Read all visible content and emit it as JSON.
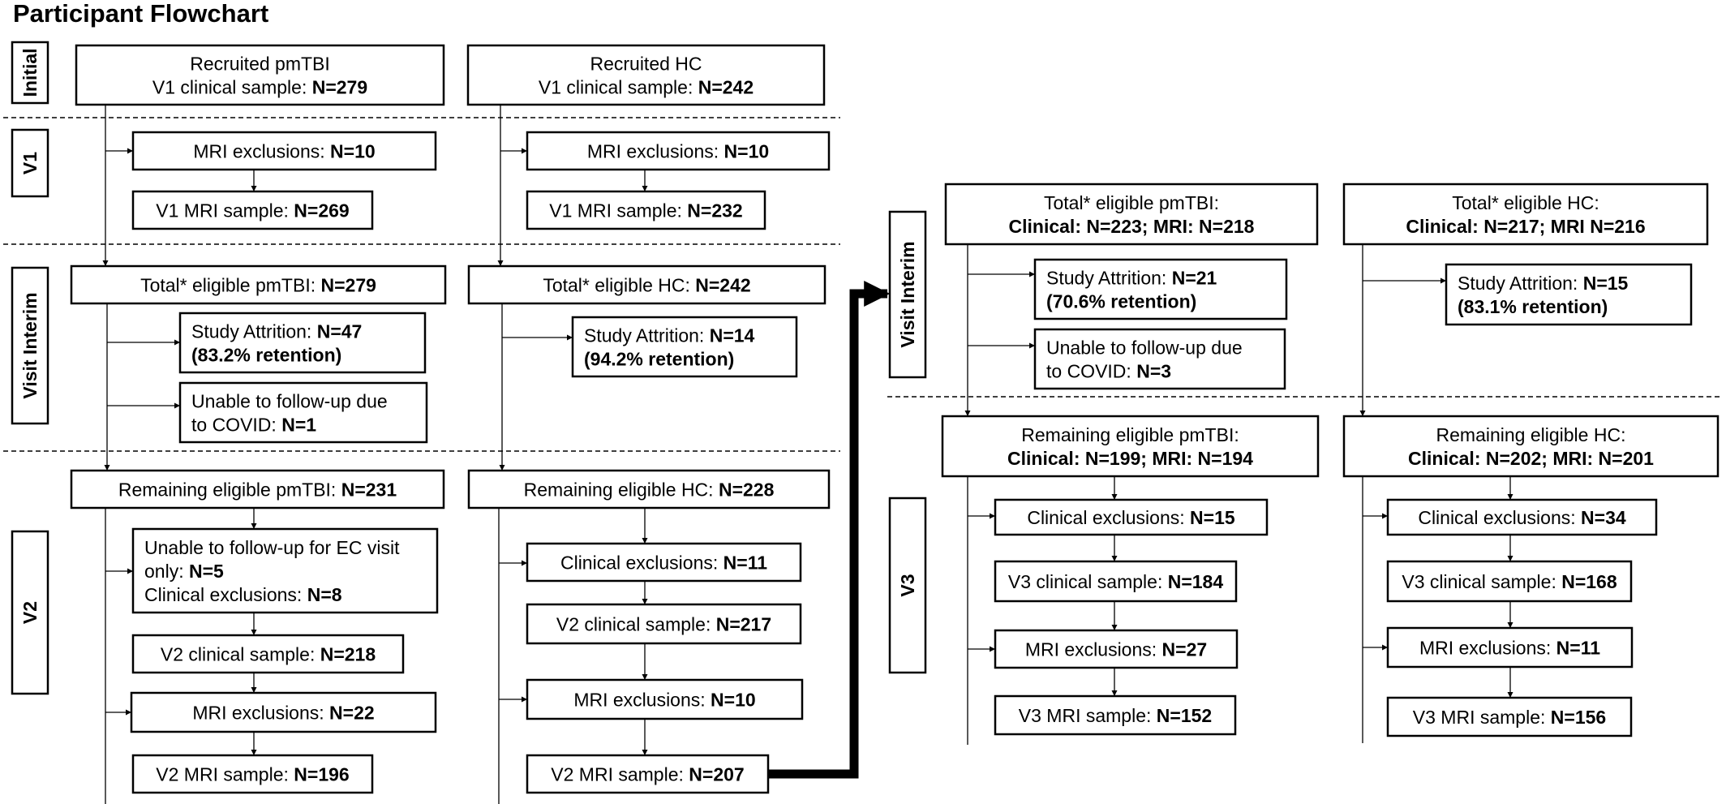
{
  "title": "Participant Flowchart",
  "phases": {
    "initial": "Initial",
    "v1": "V1",
    "visit_interim": "Visit Interim",
    "v2": "V2",
    "visit_interim_right": "Visit Interim",
    "v3": "V3"
  },
  "nodes": {
    "rec_pm": [
      [
        {
          "t": "Recruited pmTBI"
        }
      ],
      [
        {
          "t": "V1 clinical sample: "
        },
        {
          "t": "N=279",
          "b": true
        }
      ]
    ],
    "rec_hc": [
      [
        {
          "t": "Recruited HC"
        }
      ],
      [
        {
          "t": "V1 clinical sample: "
        },
        {
          "t": "N=242",
          "b": true
        }
      ]
    ],
    "v1_mri_ex_pm": [
      [
        {
          "t": "MRI exclusions: "
        },
        {
          "t": "N=10",
          "b": true
        }
      ]
    ],
    "v1_mri_ex_hc": [
      [
        {
          "t": "MRI exclusions: "
        },
        {
          "t": "N=10",
          "b": true
        }
      ]
    ],
    "v1_mri_pm": [
      [
        {
          "t": "V1 MRI sample: "
        },
        {
          "t": "N=269",
          "b": true
        }
      ]
    ],
    "v1_mri_hc": [
      [
        {
          "t": "V1 MRI sample: "
        },
        {
          "t": "N=232",
          "b": true
        }
      ]
    ],
    "tot_pm": [
      [
        {
          "t": "Total* eligible pmTBI: "
        },
        {
          "t": "N=279",
          "b": true
        }
      ]
    ],
    "tot_hc": [
      [
        {
          "t": "Total* eligible HC: "
        },
        {
          "t": "N=242",
          "b": true
        }
      ]
    ],
    "attr_pm": [
      [
        {
          "t": "Study Attrition: "
        },
        {
          "t": "N=47",
          "b": true
        }
      ],
      [
        {
          "t": "(83.2% retention)",
          "b": true
        }
      ]
    ],
    "attr_hc": [
      [
        {
          "t": "Study Attrition: "
        },
        {
          "t": "N=14",
          "b": true
        }
      ],
      [
        {
          "t": "(94.2% retention)",
          "b": true
        }
      ]
    ],
    "covid_pm": [
      [
        {
          "t": "Unable to follow-up due"
        }
      ],
      [
        {
          "t": "to COVID: "
        },
        {
          "t": "N=1",
          "b": true
        }
      ]
    ],
    "rem_pm": [
      [
        {
          "t": "Remaining eligible pmTBI: "
        },
        {
          "t": "N=231",
          "b": true
        }
      ]
    ],
    "rem_hc": [
      [
        {
          "t": "Remaining eligible HC: "
        },
        {
          "t": "N=228",
          "b": true
        }
      ]
    ],
    "ec_pm": [
      [
        {
          "t": "Unable to follow-up for EC visit"
        }
      ],
      [
        {
          "t": "only: "
        },
        {
          "t": "N=5",
          "b": true
        }
      ],
      [
        {
          "t": "Clinical exclusions: "
        },
        {
          "t": "N=8",
          "b": true
        }
      ]
    ],
    "clinex_hc": [
      [
        {
          "t": "Clinical exclusions: "
        },
        {
          "t": "N=11",
          "b": true
        }
      ]
    ],
    "v2clin_pm": [
      [
        {
          "t": "V2 clinical sample: "
        },
        {
          "t": "N=218",
          "b": true
        }
      ]
    ],
    "v2clin_hc": [
      [
        {
          "t": "V2 clinical sample: "
        },
        {
          "t": "N=217",
          "b": true
        }
      ]
    ],
    "v2mriex_pm": [
      [
        {
          "t": "MRI exclusions: "
        },
        {
          "t": "N=22",
          "b": true
        }
      ]
    ],
    "v2mriex_hc": [
      [
        {
          "t": "MRI exclusions: "
        },
        {
          "t": "N=10",
          "b": true
        }
      ]
    ],
    "v2mri_pm": [
      [
        {
          "t": "V2 MRI sample: "
        },
        {
          "t": "N=196",
          "b": true
        }
      ]
    ],
    "v2mri_hc": [
      [
        {
          "t": "V2 MRI sample: "
        },
        {
          "t": "N=207",
          "b": true
        }
      ]
    ],
    "r_tot_pm": [
      [
        {
          "t": "Total* eligible pmTBI:"
        }
      ],
      [
        {
          "t": "Clinical: N=223; MRI: N=218",
          "b": true
        }
      ]
    ],
    "r_tot_hc": [
      [
        {
          "t": "Total* eligible HC:"
        }
      ],
      [
        {
          "t": "Clinical: N=217; MRI N=216",
          "b": true
        }
      ]
    ],
    "r_attr_pm": [
      [
        {
          "t": "Study Attrition: "
        },
        {
          "t": "N=21",
          "b": true
        }
      ],
      [
        {
          "t": "(70.6% retention)",
          "b": true
        }
      ]
    ],
    "r_attr_hc": [
      [
        {
          "t": "Study Attrition: "
        },
        {
          "t": "N=15",
          "b": true
        }
      ],
      [
        {
          "t": "(83.1% retention)",
          "b": true
        }
      ]
    ],
    "r_covid_pm": [
      [
        {
          "t": "Unable to follow-up due"
        }
      ],
      [
        {
          "t": "to COVID: "
        },
        {
          "t": "N=3",
          "b": true
        }
      ]
    ],
    "r_rem_pm": [
      [
        {
          "t": "Remaining eligible pmTBI:"
        }
      ],
      [
        {
          "t": "Clinical: N=199; MRI: N=194",
          "b": true
        }
      ]
    ],
    "r_rem_hc": [
      [
        {
          "t": "Remaining eligible HC:"
        }
      ],
      [
        {
          "t": "Clinical: N=202; MRI: N=201",
          "b": true
        }
      ]
    ],
    "v3clinex_pm": [
      [
        {
          "t": "Clinical exclusions: "
        },
        {
          "t": "N=15",
          "b": true
        }
      ]
    ],
    "v3clinex_hc": [
      [
        {
          "t": "Clinical exclusions: "
        },
        {
          "t": "N=34",
          "b": true
        }
      ]
    ],
    "v3clin_pm": [
      [
        {
          "t": "V3 clinical sample: "
        },
        {
          "t": "N=184",
          "b": true
        }
      ]
    ],
    "v3clin_hc": [
      [
        {
          "t": "V3 clinical sample: "
        },
        {
          "t": "N=168",
          "b": true
        }
      ]
    ],
    "v3mriex_pm": [
      [
        {
          "t": "MRI exclusions: "
        },
        {
          "t": "N=27",
          "b": true
        }
      ]
    ],
    "v3mriex_hc": [
      [
        {
          "t": "MRI exclusions: "
        },
        {
          "t": "N=11",
          "b": true
        }
      ]
    ],
    "v3mri_pm": [
      [
        {
          "t": "V3 MRI sample: "
        },
        {
          "t": "N=152",
          "b": true
        }
      ]
    ],
    "v3mri_hc": [
      [
        {
          "t": "V3 MRI sample: "
        },
        {
          "t": "N=156",
          "b": true
        }
      ]
    ]
  }
}
